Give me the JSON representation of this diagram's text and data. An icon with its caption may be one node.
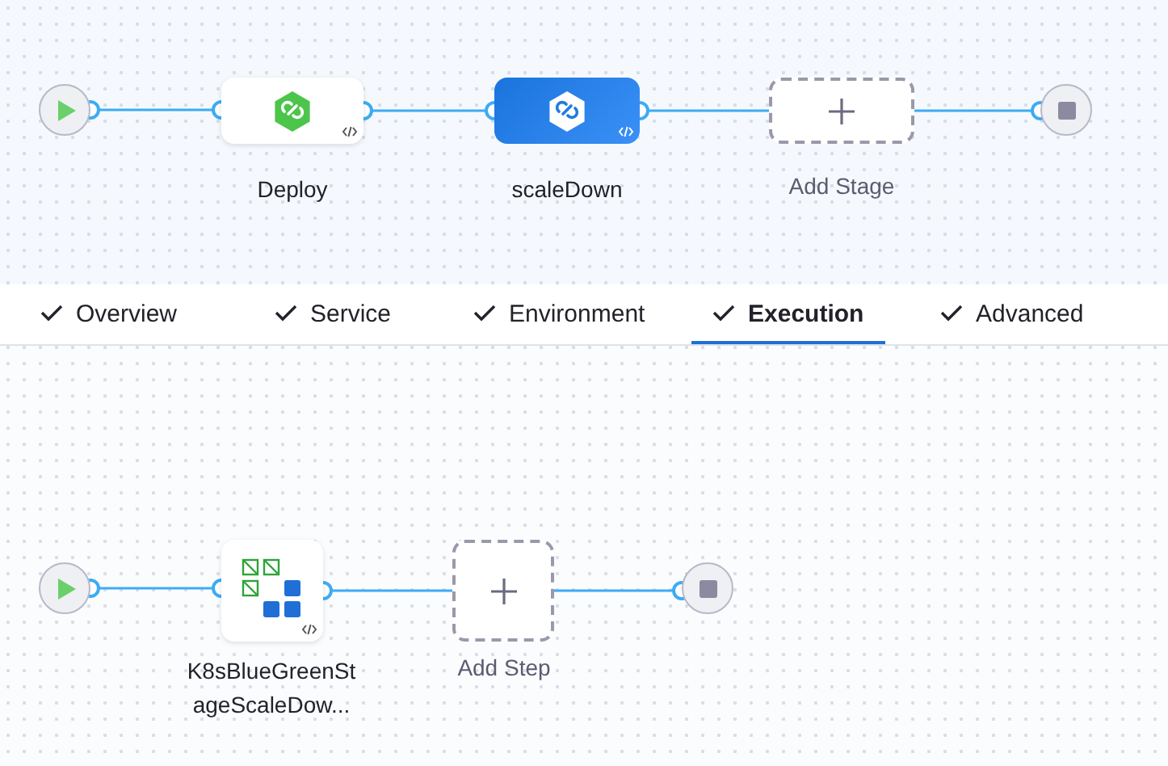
{
  "diagram": {
    "nodes": [
      {
        "text": [],
        "shape": "circle"
      },
      {
        "text": [
          "Deploy"
        ]
      },
      {
        "text": [
          "scaleDown"
        ]
      },
      {
        "text": [
          "Add Stage"
        ]
      },
      {
        "text": [],
        "shape": "circle"
      },
      {
        "text": [],
        "shape": "circle"
      },
      {
        "text": [
          "K8sBlueGreenStageScaleDow..."
        ]
      },
      {
        "text": [
          "Add Step"
        ]
      },
      {
        "text": [],
        "shape": "circle"
      }
    ],
    "edges": [
      {
        "from": 0,
        "to": 1,
        "arrow": "other"
      },
      {
        "from": 1,
        "to": 2,
        "arrow": "other"
      },
      {
        "from": 2,
        "to": 3,
        "arrow": "other"
      },
      {
        "from": 3,
        "to": 4,
        "arrow": "other"
      },
      {
        "from": 5,
        "to": 6,
        "arrow": "other"
      },
      {
        "from": 6,
        "to": 7,
        "arrow": "other"
      },
      {
        "from": 7,
        "to": 8,
        "arrow": "other"
      }
    ],
    "labels": [
      "Overview",
      "Service",
      "Environment",
      "Execution",
      "Advanced"
    ]
  }
}
